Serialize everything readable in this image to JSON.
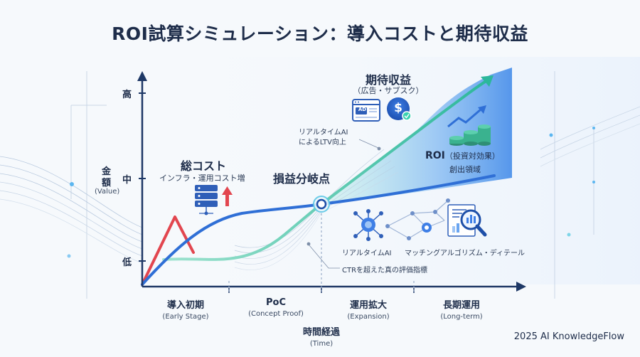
{
  "title": "ROI試算シミュレーション：導入コストと期待収益",
  "y_axis": {
    "label_1": "金",
    "label_2": "額",
    "label_sub": "(Value)",
    "ticks": {
      "high": "高",
      "mid": "中",
      "low": "低"
    }
  },
  "x_axis": {
    "phases": [
      {
        "label": "導入初期",
        "sub": "(Early Stage)"
      },
      {
        "label": "PoC",
        "sub": "(Concept Proof)"
      },
      {
        "label": "運用拡大",
        "sub": "(Expansion)"
      },
      {
        "label": "長期運用",
        "sub": "(Long-term)"
      }
    ],
    "title": "時間経過",
    "title_sub": "(Time)"
  },
  "cost": {
    "title": "総コスト",
    "subtitle": "インフラ・運用コスト増"
  },
  "break_even": "損益分岐点",
  "revenue": {
    "title": "期待収益",
    "subtitle": "（広告・サブスク）",
    "ad_icon_text": "AD",
    "dollar_icon_text": "$"
  },
  "ltv_note": {
    "line1": "リアルタイムAI",
    "line2": "によるLTV向上"
  },
  "roi": {
    "title": "ROI",
    "title_paren": "（投資対効果）",
    "subtitle": "創出領域"
  },
  "tech_labels": {
    "realtime_ai": "リアルタイムAI",
    "matching": "マッチングアルゴリズム・ディテール"
  },
  "ctr_note": "CTRを超えた真の評価指標",
  "footer": "2025 AI KnowledgeFlow",
  "colors": {
    "cost_line": "#2f6fd6",
    "revenue_line": "#3ad1b0",
    "spike": "#e2464f",
    "axis": "#1e3866",
    "accent": "#2b6fe0"
  }
}
